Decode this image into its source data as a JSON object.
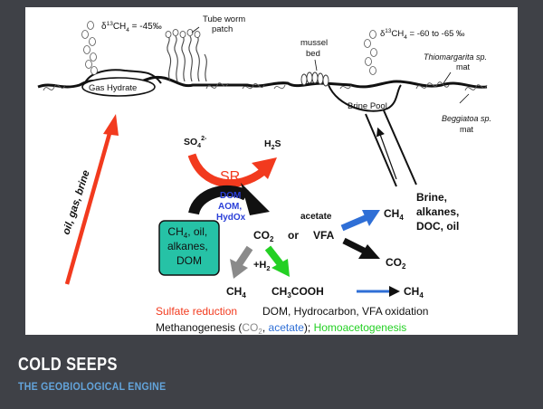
{
  "footer": {
    "title": "COLD SEEPS",
    "subtitle": "THE GEOBIOLOGICAL ENGINE"
  },
  "seafloor_labels": {
    "isotope_left_prefix": "δ",
    "isotope_left_mass": "13",
    "isotope_left_formula": "CH",
    "isotope_left_sub": "4",
    "isotope_left_value": " = -45‰",
    "tube_worm_line1": "Tube worm",
    "tube_worm_line2": "patch",
    "gas_hydrate": "Gas Hydrate",
    "mussel_line1": "mussel",
    "mussel_line2": "bed",
    "isotope_right_prefix": "δ",
    "isotope_right_mass": "13",
    "isotope_right_formula": "CH",
    "isotope_right_sub": "4",
    "isotope_right_value": " = -60 to -65 ‰",
    "thiomargarita_line1": "Thiomargarita sp.",
    "thiomargarita_line2": "mat",
    "brine_pool": "Brine Pool",
    "beggiatoa_line1": "Beggiatoa sp.",
    "beggiatoa_line2": "mat",
    "oil_gas_brine": "oil, gas, brine"
  },
  "reactions": {
    "sulfate": "SO",
    "sulfate_sub": "4",
    "sulfate_sup": "2-",
    "h2s": "H",
    "h2s_sub": "2",
    "h2s_tail": "S",
    "sr": "SR",
    "dom": "DOM",
    "aom": "AOM,",
    "hydox": "HydOx",
    "source_box_line1_a": "CH",
    "source_box_line1_sub": "4",
    "source_box_line1_b": ", oil,",
    "source_box_line2": "alkanes,",
    "source_box_line3": "DOM",
    "co2": "CO",
    "co2_sub": "2",
    "or": "or",
    "acetate": "acetate",
    "vfa": "VFA",
    "ch4_upper": "CH",
    "ch4_upper_sub": "4",
    "brine_list_line1": "Brine,",
    "brine_list_line2": "alkanes,",
    "brine_list_line3": "DOC, oil",
    "co2_right": "CO",
    "co2_right_sub": "2",
    "plus_h2": "+H",
    "plus_h2_sub": "2",
    "ch4_bottom_left": "CH",
    "ch4_bottom_left_sub": "4",
    "acetic_acid_a": "CH",
    "acetic_acid_sub": "3",
    "acetic_acid_b": "COOH",
    "ch4_bottom_right": "CH",
    "ch4_bottom_right_sub": "4"
  },
  "legend": {
    "sulfate_reduction": "Sulfate reduction",
    "oxidation": "DOM, Hydrocarbon, VFA oxidation",
    "methanogenesis": "Methanogenesis (",
    "methanogenesis_co2": "CO",
    "methanogenesis_co2_sub": "2",
    "methanogenesis_comma": ",",
    "methanogenesis_acetate": " acetate",
    "methanogenesis_close": ");",
    "homoacetogenesis": " Homoacetogenesis"
  },
  "colors": {
    "background": "#3f4147",
    "panel": "#ffffff",
    "sulfate_red": "#f23a1e",
    "oxidation_black": "#111111",
    "methanogenesis_gray": "#8a8a8a",
    "acetate_blue": "#2f6fd6",
    "homoacetogenesis_green": "#24d024",
    "source_box_teal": "#26c2a6",
    "dom_blue": "#2a3fd8",
    "subtitle_blue": "#63a4db"
  }
}
